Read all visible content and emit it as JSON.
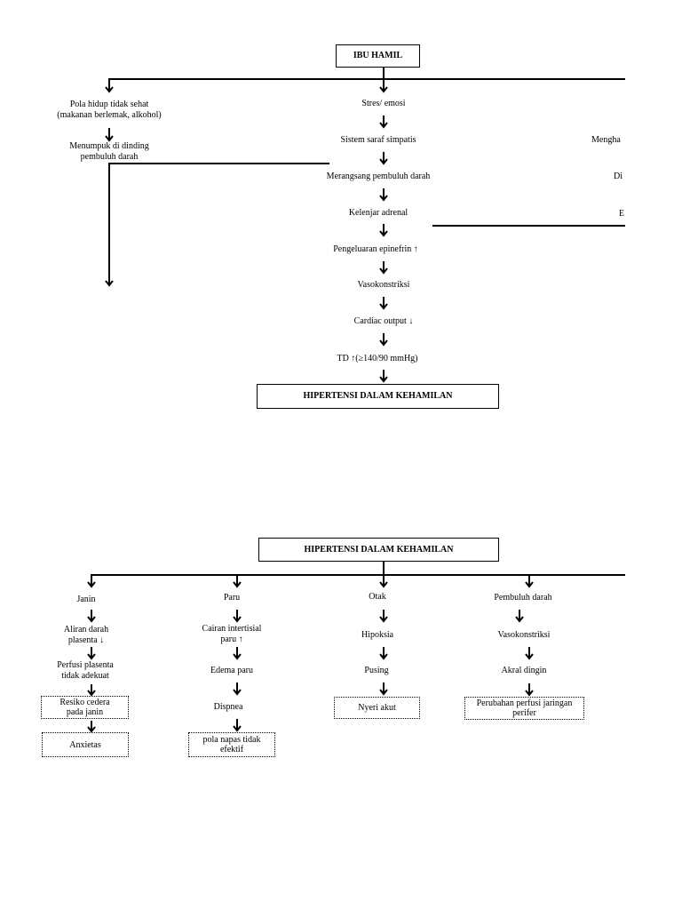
{
  "top_flow": {
    "root": "IBU HAMIL",
    "left_branch": {
      "cause": [
        "Pola hidup tidak sehat",
        "(makanan berlemak, alkohol)"
      ],
      "effect": [
        "Menumpuk di dinding",
        "pembuluh darah"
      ]
    },
    "center_chain": [
      "Stres/ emosi",
      "Sistem saraf simpatis",
      "Merangsang pembuluh darah",
      "Kelenjar adrenal",
      "Pengeluaran epinefrin ↑",
      "Vasokonstriksi",
      "Cardiac output ↓",
      "TD ↑(≥140/90 mmHg)"
    ],
    "right_clipped": [
      "Mengha",
      "Di",
      "E"
    ],
    "result": "HIPERTENSI DALAM KEHAMILAN"
  },
  "bottom_flow": {
    "root": "HIPERTENSI DALAM KEHAMILAN",
    "branches": {
      "janin": {
        "title": "Janin",
        "steps": [
          [
            "Aliran darah",
            "plasenta ↓"
          ],
          [
            "Perfusi plasenta",
            "tidak adekuat"
          ]
        ],
        "diagnoses": [
          [
            "Resiko cedera",
            "pada janin"
          ],
          [
            "Anxietas"
          ]
        ]
      },
      "paru": {
        "title": "Paru",
        "steps": [
          [
            "Cairan intertisial",
            "paru ↑"
          ],
          [
            "Edema paru"
          ],
          [
            "Dispnea"
          ]
        ],
        "diagnoses": [
          [
            "pola napas tidak",
            "efektif"
          ]
        ]
      },
      "otak": {
        "title": "Otak",
        "steps": [
          [
            "Hipoksia"
          ],
          [
            "Pusing"
          ]
        ],
        "diagnoses": [
          [
            "Nyeri akut"
          ]
        ]
      },
      "pembuluh": {
        "title": "Pembuluh darah",
        "steps": [
          [
            "Vasokonstriksi"
          ],
          [
            "Akral dingin"
          ]
        ],
        "diagnoses": [
          [
            "Perubahan perfusi jaringan",
            "perifer"
          ]
        ]
      }
    }
  }
}
